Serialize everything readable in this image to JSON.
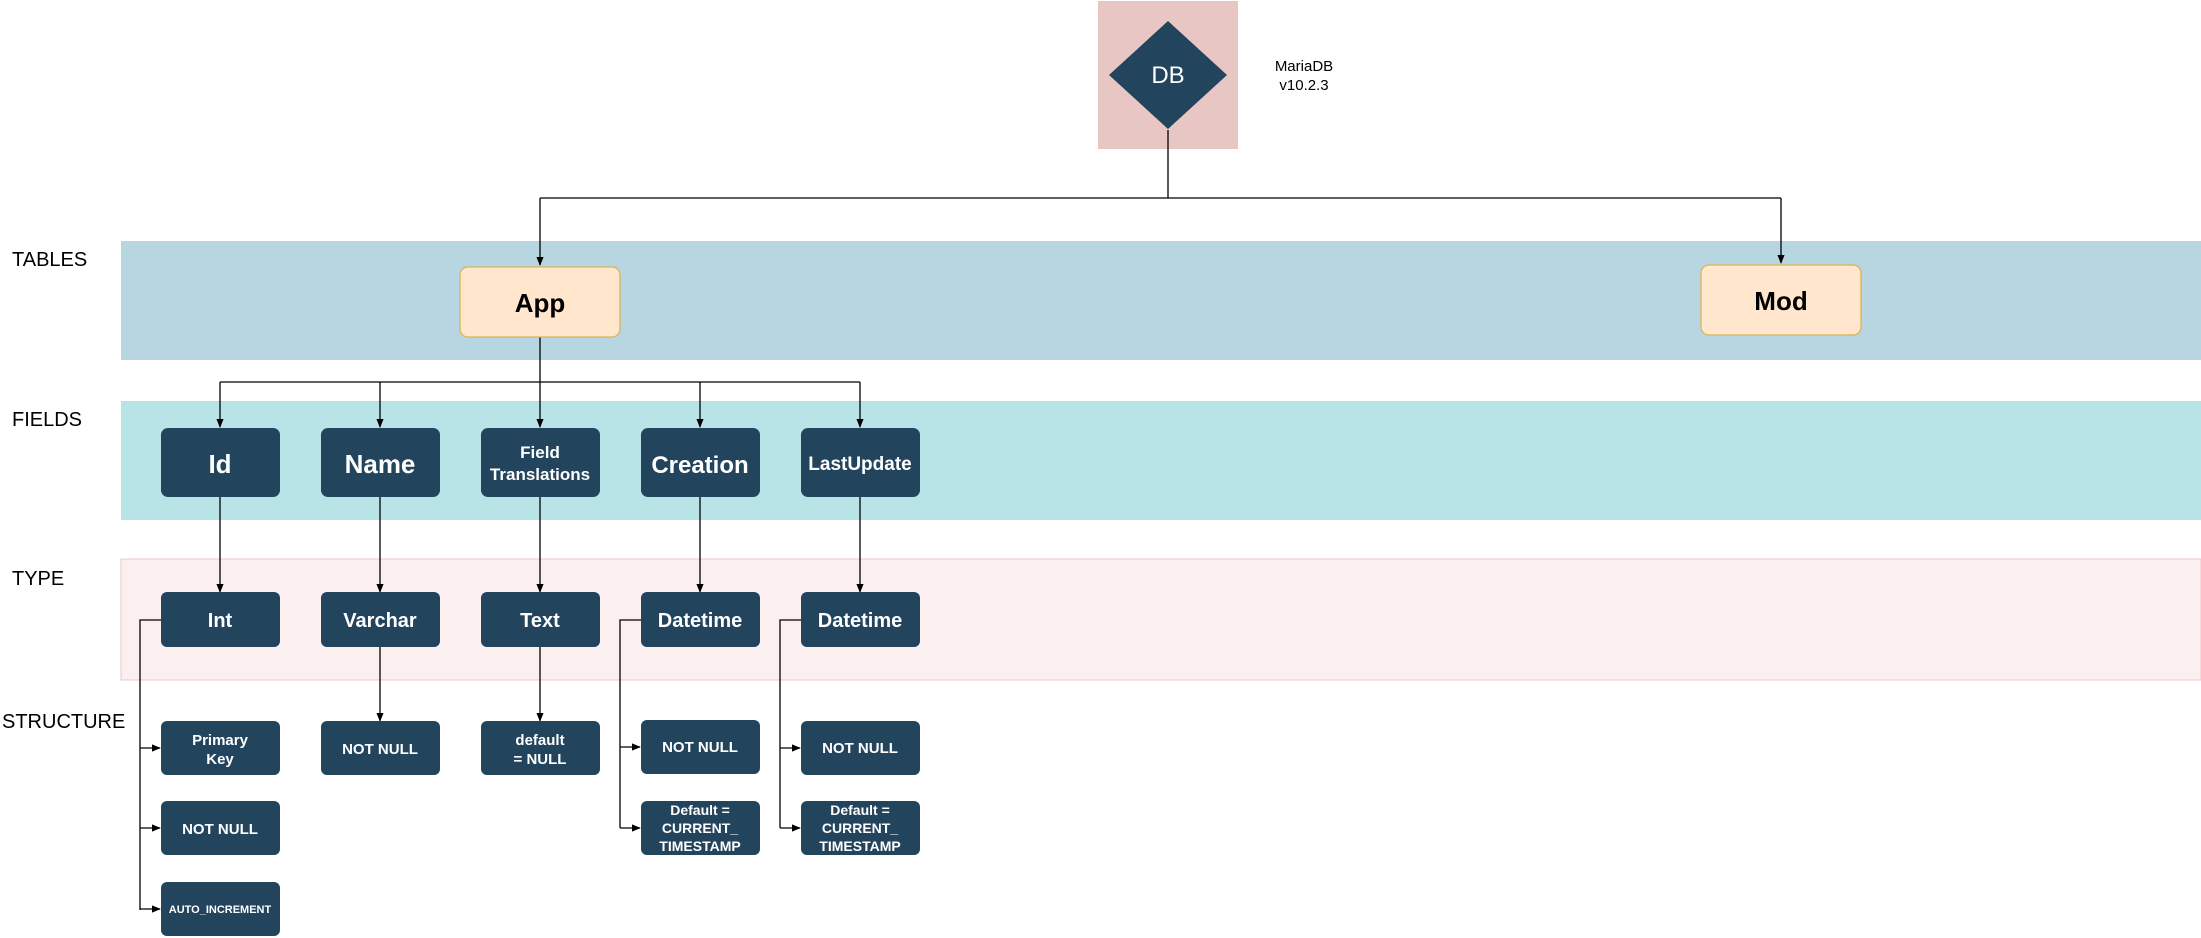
{
  "colors": {
    "tables_band": "#b7d6e1",
    "fields_band": "#b8e4e8",
    "type_band": "#fbefef",
    "db_background": "#e8c6c3",
    "node_dark": "#23445d",
    "table_node_fill": "#ffe6cc",
    "table_node_border": "#d6b656"
  },
  "rows": {
    "tables": "TABLES",
    "fields": "FIELDS",
    "type": "TYPE",
    "structure": "STRUCTURE"
  },
  "db": {
    "label": "DB",
    "version_line1": "MariaDB",
    "version_line2": "v10.2.3"
  },
  "tables": {
    "app": "App",
    "mod": "Mod"
  },
  "fields": {
    "id": "Id",
    "name": "Name",
    "translations_line1": "Field",
    "translations_line2": "Translations",
    "creation": "Creation",
    "lastupdate": "LastUpdate"
  },
  "types": {
    "id": "Int",
    "name": "Varchar",
    "translations": "Text",
    "creation": "Datetime",
    "lastupdate": "Datetime"
  },
  "structure": {
    "primary_key_line1": "Primary",
    "primary_key_line2": "Key",
    "id_not_null": "NOT NULL",
    "auto_increment": "AUTO_INCREMENT",
    "name_not_null": "NOT NULL",
    "default_null_line1": "default",
    "default_null_line2": "= NULL",
    "creation_not_null": "NOT NULL",
    "creation_default_line1": "Default =",
    "creation_default_line2": "CURRENT_",
    "creation_default_line3": "TIMESTAMP",
    "lastupdate_not_null": "NOT NULL",
    "lastupdate_default_line1": "Default =",
    "lastupdate_default_line2": "CURRENT_",
    "lastupdate_default_line3": "TIMESTAMP"
  }
}
